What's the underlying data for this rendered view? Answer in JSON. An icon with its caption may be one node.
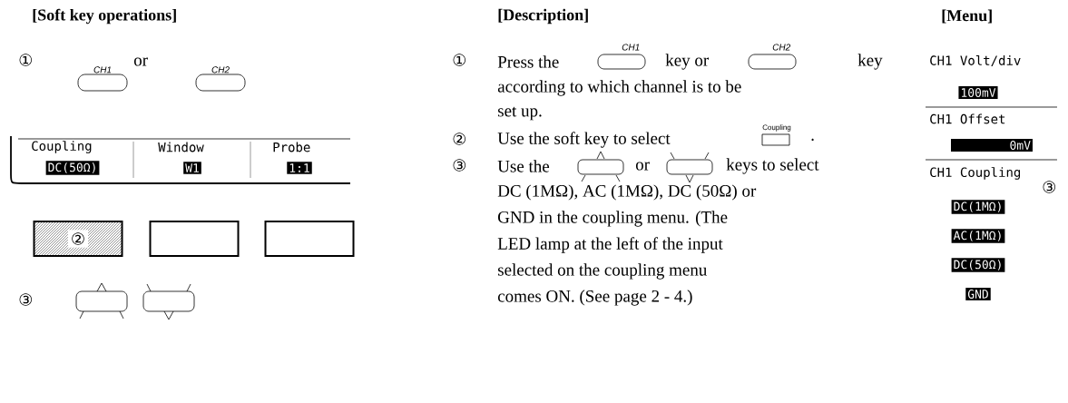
{
  "diagram": {
    "nodes": [
      {
        "text": [
          "CH1"
        ]
      },
      {
        "text": [
          "CH2"
        ]
      },
      {
        "text": [
          "DC(50Ω)"
        ]
      },
      {
        "text": [
          "W1"
        ]
      },
      {
        "text": [
          "1:1"
        ]
      },
      {
        "text": [
          "②"
        ]
      },
      {
        "text": [],
        "shape": "box"
      },
      {
        "text": [],
        "shape": "box"
      },
      {
        "text": [],
        "shape": "box"
      },
      {
        "text": [],
        "shape": "box"
      },
      {
        "text": [
          "100mV"
        ]
      },
      {
        "text": [
          "0mV"
        ]
      },
      {
        "text": [
          "DC(1MΩ)"
        ]
      },
      {
        "text": [
          "AC(1MΩ)"
        ]
      },
      {
        "text": [
          "DC(50Ω)"
        ]
      },
      {
        "text": [
          "GND"
        ]
      }
    ],
    "labels": [
      "[Soft key operations]",
      "[Description]",
      "[Menu]",
      "①",
      "or",
      "Coupling",
      "Window",
      "Probe",
      "③",
      "①",
      "Press the",
      "CH1",
      "key or",
      "CH2",
      "key",
      "according to which channel is to be",
      "set up.",
      "②",
      "Use the soft key to select",
      "Coupling",
      ".",
      "③",
      "Use the",
      "or",
      "keys to select",
      "DC (1MΩ), AC (1MΩ), DC (50Ω) or",
      "GND in the coupling menu. (The",
      "LED lamp at the left of the input",
      "selected on the coupling menu",
      "comes ON. (See page 2 - 4.)",
      "CH1 Volt/div",
      "CH1 Offset",
      "CH1 Coupling",
      "③"
    ]
  }
}
